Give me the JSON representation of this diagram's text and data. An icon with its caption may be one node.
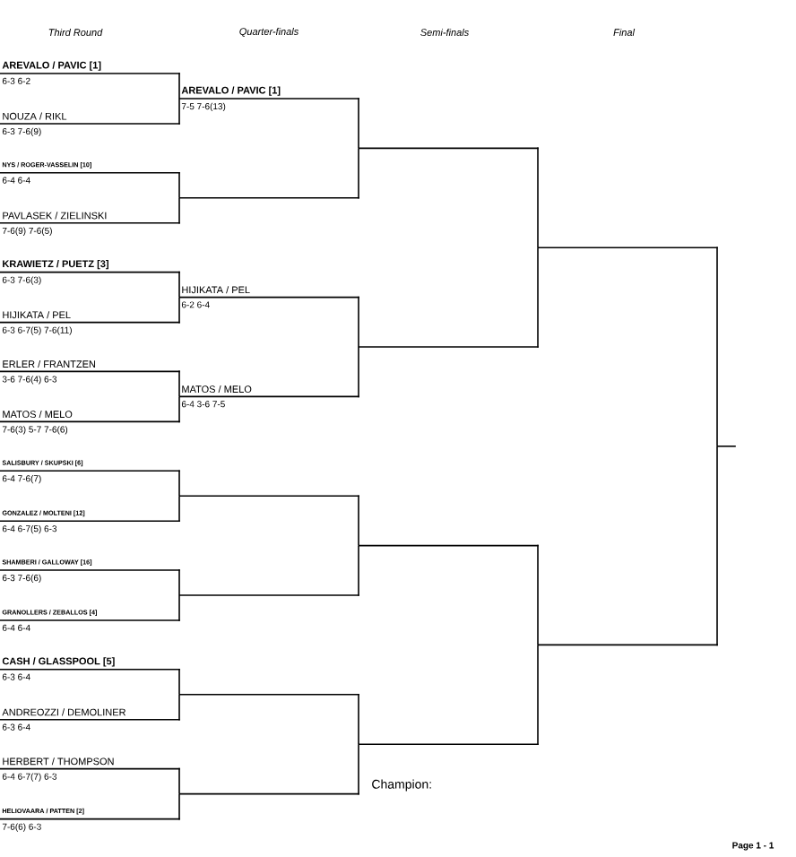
{
  "diagram": {
    "nodes": [
      {
        "text": [
          "AREVALO / PAVIC [1]"
        ],
        "beside": [
          "6-3 6-2"
        ]
      },
      {
        "text": [
          "NOUZA / RIKL"
        ],
        "beside": [
          "6-3 7-6(9)"
        ]
      },
      {
        "text": [
          "NYS / ROGER-VASSELIN [10]"
        ],
        "beside": [
          "6-4 6-4"
        ]
      },
      {
        "text": [
          "PAVLASEK / ZIELINSKI"
        ],
        "beside": [
          "7-6(9) 7-6(5)"
        ]
      },
      {
        "text": [
          "KRAWIETZ / PUETZ [3]"
        ],
        "beside": [
          "6-3 7-6(3)"
        ]
      },
      {
        "text": [
          "HIJIKATA / PEL"
        ],
        "beside": [
          "6-3 6-7(5) 7-6(11)"
        ]
      },
      {
        "text": [
          "ERLER / FRANTZEN"
        ],
        "beside": [
          "3-6 7-6(4) 6-3"
        ]
      },
      {
        "text": [
          "MATOS / MELO"
        ],
        "beside": [
          "7-6(3) 5-7 7-6(6)"
        ]
      },
      {
        "text": [
          "SALISBURY / SKUPSKI [6]"
        ],
        "beside": [
          "6-4 7-6(7)"
        ]
      },
      {
        "text": [
          "GONZALEZ / MOLTENI [12]"
        ],
        "beside": [
          "6-4 6-7(5) 6-3"
        ]
      },
      {
        "text": [
          "SHAMBERI / GALLOWAY [16]"
        ],
        "beside": [
          "6-3 7-6(6)"
        ]
      },
      {
        "text": [
          "GRANOLLERS / ZEBALLOS [4]"
        ],
        "beside": [
          "6-4 6-4"
        ]
      },
      {
        "text": [
          "CASH / GLASSPOOL [5]"
        ],
        "beside": [
          "6-3 6-4"
        ]
      },
      {
        "text": [
          "ANDREOZZI / DEMOLINER"
        ],
        "beside": [
          "6-3 6-4"
        ]
      },
      {
        "text": [
          "HERBERT / THOMPSON"
        ],
        "beside": [
          "6-4 6-7(7) 6-3"
        ]
      },
      {
        "text": [
          "HELIOVAARA / PATTEN [2]"
        ],
        "beside": [
          "7-6(6) 6-3"
        ]
      },
      {
        "text": [
          "AREVALO / PAVIC [1]"
        ],
        "beside": [
          "7-5 7-6(13)"
        ]
      },
      {
        "text": [],
        "shape": "line"
      },
      {
        "text": [
          "HIJIKATA / PEL"
        ],
        "beside": [
          "6-2 6-4"
        ]
      },
      {
        "text": [
          "MATOS / MELO"
        ],
        "beside": [
          "6-4 3-6 7-5"
        ]
      },
      {
        "text": [],
        "shape": "line"
      },
      {
        "text": [],
        "shape": "line"
      },
      {
        "text": [],
        "shape": "line"
      },
      {
        "text": [],
        "shape": "line"
      },
      {
        "text": [],
        "shape": "line"
      },
      {
        "text": [],
        "shape": "line"
      },
      {
        "text": [],
        "shape": "line"
      },
      {
        "text": [],
        "shape": "line"
      },
      {
        "text": [],
        "shape": "line"
      },
      {
        "text": [],
        "shape": "line"
      },
      {
        "text": [],
        "shape": "line"
      }
    ],
    "edges": [
      {
        "from": 0,
        "to": 16,
        "arrow": "none"
      },
      {
        "from": 1,
        "to": 16,
        "arrow": "none"
      },
      {
        "from": 2,
        "to": 17,
        "arrow": "none"
      },
      {
        "from": 3,
        "to": 17,
        "arrow": "none"
      },
      {
        "from": 4,
        "to": 18,
        "arrow": "none"
      },
      {
        "from": 5,
        "to": 18,
        "arrow": "none"
      },
      {
        "from": 6,
        "to": 19,
        "arrow": "none"
      },
      {
        "from": 7,
        "to": 19,
        "arrow": "none"
      },
      {
        "from": 8,
        "to": 20,
        "arrow": "none"
      },
      {
        "from": 9,
        "to": 20,
        "arrow": "none"
      },
      {
        "from": 10,
        "to": 21,
        "arrow": "none"
      },
      {
        "from": 11,
        "to": 21,
        "arrow": "none"
      },
      {
        "from": 12,
        "to": 22,
        "arrow": "none"
      },
      {
        "from": 13,
        "to": 22,
        "arrow": "none"
      },
      {
        "from": 14,
        "to": 23,
        "arrow": "none"
      },
      {
        "from": 15,
        "to": 23,
        "arrow": "none"
      },
      {
        "from": 16,
        "to": 24,
        "arrow": "none"
      },
      {
        "from": 17,
        "to": 24,
        "arrow": "none"
      },
      {
        "from": 18,
        "to": 25,
        "arrow": "none"
      },
      {
        "from": 19,
        "to": 25,
        "arrow": "none"
      },
      {
        "from": 20,
        "to": 26,
        "arrow": "none"
      },
      {
        "from": 21,
        "to": 26,
        "arrow": "none"
      },
      {
        "from": 22,
        "to": 27,
        "arrow": "none"
      },
      {
        "from": 23,
        "to": 27,
        "arrow": "none"
      },
      {
        "from": 24,
        "to": 28,
        "arrow": "none"
      },
      {
        "from": 25,
        "to": 28,
        "arrow": "none"
      },
      {
        "from": 26,
        "to": 29,
        "arrow": "none"
      },
      {
        "from": 27,
        "to": 29,
        "arrow": "none"
      },
      {
        "from": 28,
        "to": 30,
        "arrow": "none"
      },
      {
        "from": 29,
        "to": 30,
        "arrow": "none"
      }
    ],
    "labels": [
      "Third Round",
      "Quarter-finals",
      "Semi-finals",
      "Final",
      "Champion:",
      "Page 1 - 1"
    ]
  }
}
